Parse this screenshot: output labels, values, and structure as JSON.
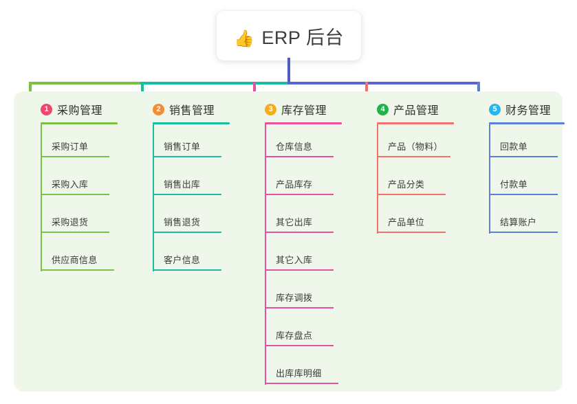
{
  "root": {
    "emoji": "👍",
    "title": "ERP 后台",
    "trunk_color": "#4e5ec0"
  },
  "panel": {
    "background": "#eef7e9"
  },
  "bus": {
    "segments": [
      {
        "name": "green-segment",
        "color": "#7ac143"
      },
      {
        "name": "teal-segment",
        "color": "#15bfa0"
      },
      {
        "name": "blue-segment",
        "color": "#5a63d0"
      }
    ]
  },
  "columns": [
    {
      "number": "1",
      "title": "采购管理",
      "badge_color": "#f2456b",
      "line_color": "#7ac143",
      "drop_color": "#7ac143",
      "items": [
        "采购订单",
        "采购入库",
        "采购退货",
        "供应商信息"
      ]
    },
    {
      "number": "2",
      "title": "销售管理",
      "badge_color": "#f58b32",
      "line_color": "#15bfa0",
      "drop_color": "#15bfa0",
      "items": [
        "销售订单",
        "销售出库",
        "销售退货",
        "客户信息"
      ]
    },
    {
      "number": "3",
      "title": "库存管理",
      "badge_color": "#f5ad1d",
      "line_color": "#e8509f",
      "drop_color": "#e8509f",
      "items": [
        "仓库信息",
        "产品库存",
        "其它出库",
        "其它入库",
        "库存调拨",
        "库存盘点",
        "出库库明细"
      ]
    },
    {
      "number": "4",
      "title": "产品管理",
      "badge_color": "#22b24c",
      "line_color": "#f4706b",
      "drop_color": "#f4706b",
      "items": [
        "产品（物料）",
        "产品分类",
        "产品单位"
      ]
    },
    {
      "number": "5",
      "title": "财务管理",
      "badge_color": "#29b6e8",
      "line_color": "#5a7fd4",
      "drop_color": "#5a7fd4",
      "items": [
        "回款单",
        "付款单",
        "结算账户"
      ]
    }
  ]
}
